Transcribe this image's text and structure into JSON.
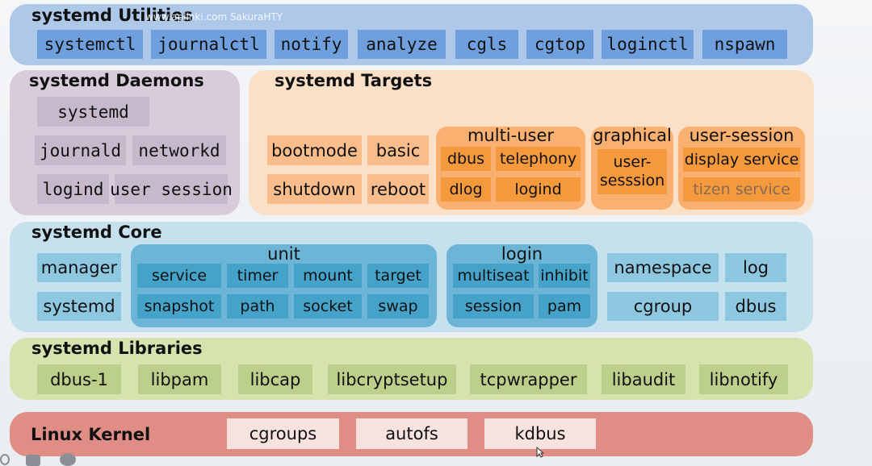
{
  "watermark": "www.aplinki.com SakuraHTY",
  "utilities": {
    "title": "systemd Utilities",
    "items": [
      "systemctl",
      "journalctl",
      "notify",
      "analyze",
      "cgls",
      "cgtop",
      "loginctl",
      "nspawn"
    ]
  },
  "daemons": {
    "title": "systemd Daemons",
    "items": [
      "systemd",
      "journald",
      "networkd",
      "logind",
      "user session"
    ]
  },
  "targets": {
    "title": "systemd Targets",
    "items": [
      "bootmode",
      "basic",
      "shutdown",
      "reboot"
    ],
    "multi_user": {
      "label": "multi-user",
      "items": [
        "dbus",
        "telephony",
        "dlog",
        "logind"
      ]
    },
    "graphical": {
      "label": "graphical",
      "items": [
        "user-\nsesssion"
      ]
    },
    "user_session": {
      "label": "user-session",
      "items": [
        "display service",
        "tizen service"
      ]
    }
  },
  "core": {
    "title": "systemd Core",
    "left": [
      "manager",
      "systemd"
    ],
    "unit": {
      "label": "unit",
      "items": [
        "service",
        "timer",
        "mount",
        "target",
        "snapshot",
        "path",
        "socket",
        "swap"
      ]
    },
    "login": {
      "label": "login",
      "items": [
        "multiseat",
        "inhibit",
        "session",
        "pam"
      ]
    },
    "right": [
      "namespace",
      "log",
      "cgroup",
      "dbus"
    ]
  },
  "libraries": {
    "title": "systemd Libraries",
    "items": [
      "dbus-1",
      "libpam",
      "libcap",
      "libcryptsetup",
      "tcpwrapper",
      "libaudit",
      "libnotify"
    ]
  },
  "kernel": {
    "title": "Linux Kernel",
    "items": [
      "cgroups",
      "autofs",
      "kdbus"
    ]
  },
  "colors": {
    "utilities_panel": "#aec8ea",
    "utilities_box": "#6fa0dd",
    "daemons_panel": "#d8ccdb",
    "daemons_box": "#c6b9cb",
    "targets_panel": "#fbe0c8",
    "targets_box": "#f8bd8a",
    "targets_group": "#f9b070",
    "targets_inner": "#f59a3c",
    "core_panel": "#c6e1ee",
    "core_box": "#8ec7e0",
    "core_group": "#6db5d6",
    "core_inner": "#45a2c8",
    "libraries_panel": "#d5e3ae",
    "libraries_box": "#bcd08c",
    "kernel_panel": "#e08d86",
    "kernel_box": "#f6e2df"
  }
}
